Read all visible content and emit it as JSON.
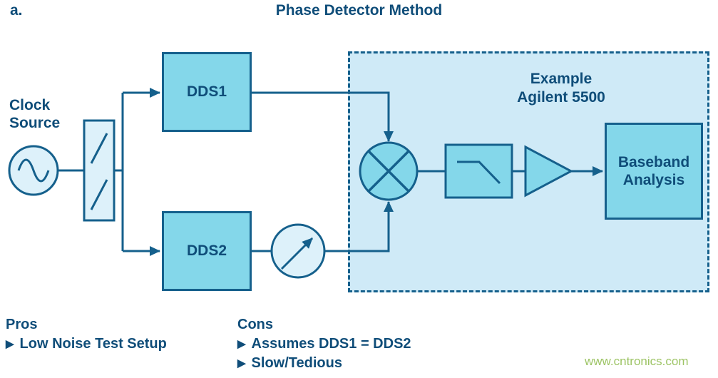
{
  "figure_label": "a.",
  "title": "Phase Detector Method",
  "colors": {
    "line": "#15608c",
    "text": "#0f4d79",
    "block_fill": "#84d7ea",
    "region_fill": "#cfeaf7",
    "light_fill": "#ddf1fa",
    "watermark": "#9dc465",
    "background": "#ffffff"
  },
  "diagram": {
    "clock_source": {
      "line1": "Clock",
      "line2": "Source"
    },
    "dds1_label": "DDS1",
    "dds2_label": "DDS2",
    "region_title": {
      "line1": "Example",
      "line2": "Agilent 5500"
    },
    "baseband": {
      "line1": "Baseband",
      "line2": "Analysis"
    }
  },
  "notes": {
    "pros": {
      "heading": "Pros",
      "items": [
        "Low Noise Test Setup"
      ]
    },
    "cons": {
      "heading": "Cons",
      "items": [
        "Assumes DDS1 = DDS2",
        "Slow/Tedious"
      ]
    },
    "bullet_glyph": "▶"
  },
  "watermark": "www.cntronics.com"
}
